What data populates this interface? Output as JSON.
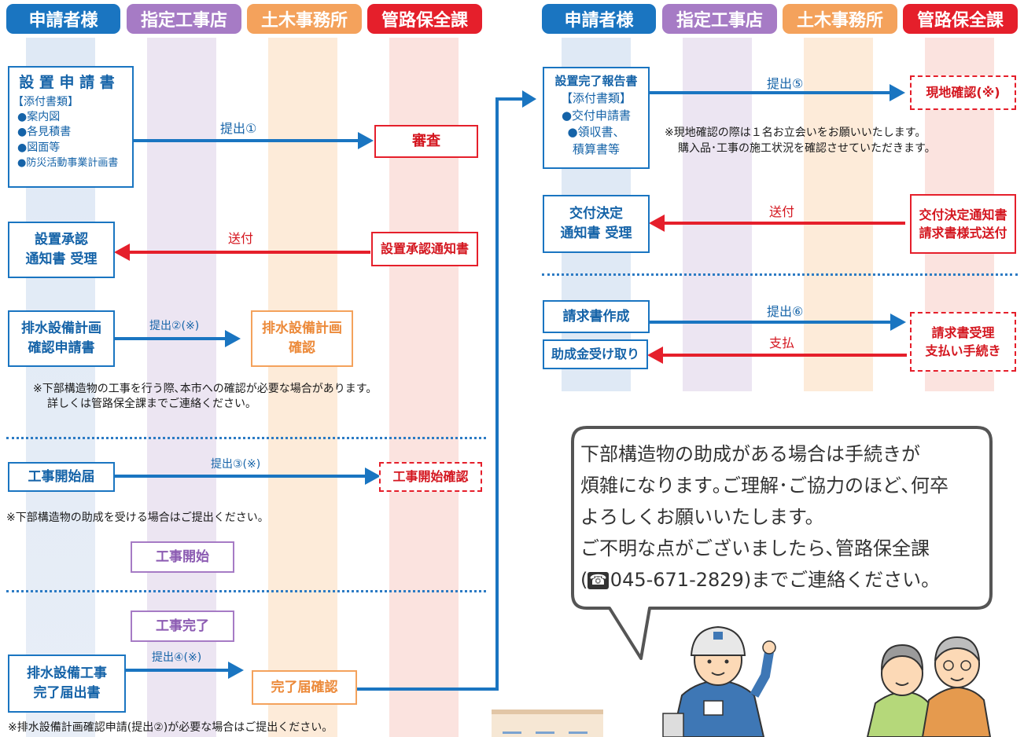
{
  "headers": [
    "申請者様",
    "指定工事店",
    "土木事務所",
    "管路保全課"
  ],
  "left": {
    "application": {
      "title": "設 置 申 請 書",
      "attach_title": "【添付書類】",
      "items": [
        "●案内図",
        "●各見積書",
        "●図面等",
        "●防災活動事業計画書"
      ]
    },
    "submit1": "提出①",
    "review": "審査",
    "approval_notice": "設置承認通知書",
    "send": "送付",
    "approval_receipt": [
      "設置承認",
      "通知書 受理"
    ],
    "drainage_plan_app": [
      "排水設備計画",
      "確認申請書"
    ],
    "submit2": "提出②(※)",
    "drainage_plan_confirm": [
      "排水設備計画",
      "確認"
    ],
    "note1": [
      "※下部構造物の工事を行う際､本市への確認が必要な場合があります。",
      "詳しくは管路保全課までご連絡ください。"
    ],
    "start_notice": "工事開始届",
    "submit3": "提出③(※)",
    "start_confirm": "工事開始確認",
    "note2": "※下部構造物の助成を受ける場合はご提出ください。",
    "work_start": "工事開始",
    "work_done": "工事完了",
    "completion_notice": [
      "排水設備工事",
      "完了届出書"
    ],
    "submit4": "提出④(※)",
    "completion_confirm": "完了届確認",
    "note3": "※排水設備計画確認申請(提出②)が必要な場合はご提出ください。"
  },
  "right": {
    "report": {
      "title": "設置完了報告書",
      "attach_title": "【添付書類】",
      "items": [
        "●交付申請書",
        "●領収書、",
        "積算書等"
      ]
    },
    "submit5": "提出⑤",
    "site_check": "現地確認(※)",
    "note4": [
      "※現地確認の際は１名お立会いをお願いいたします。",
      "購入品･工事の施工状況を確認させていただきます。"
    ],
    "grant_receipt": [
      "交付決定",
      "通知書 受理"
    ],
    "send": "送付",
    "grant_notice": [
      "交付決定通知書",
      "請求書様式送付"
    ],
    "invoice_create": "請求書作成",
    "submit6": "提出⑥",
    "invoice_receive": [
      "請求書受理",
      "支払い手続き"
    ],
    "grant_receive": "助成金受け取り",
    "payment": "支払",
    "bubble": {
      "lines": [
        "下部構造物の助成がある場合は手続きが",
        "煩雑になります｡ご理解･ご協力のほど､何卒",
        "よろしくお願いいたします。",
        "ご不明な点がございましたら､管路保全課"
      ],
      "phone_pre": "(",
      "phone_icon": "☎",
      "phone_text": "045-671-2829)までご連絡ください。"
    }
  },
  "colors": {
    "blue": "#1a75c1",
    "purple": "#a67bc5",
    "orange": "#f4a25c",
    "red": "#e51f2b",
    "lane_blue": "#dfe9f5",
    "lane_purple": "#ece5f2",
    "lane_orange": "#fdebd9",
    "lane_red": "#fbe3df"
  }
}
